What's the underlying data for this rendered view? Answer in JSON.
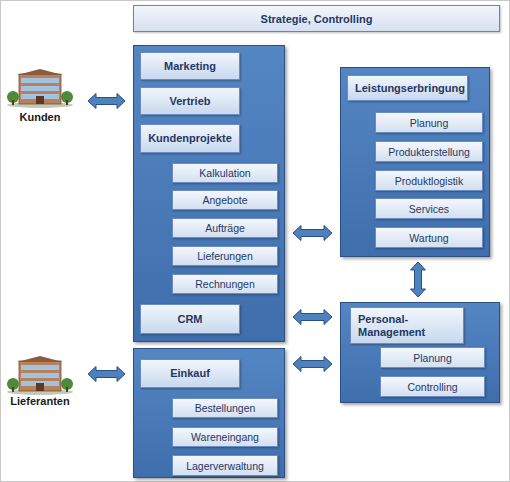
{
  "diagram": {
    "nodes": [
      {
        "text": [
          "Strategie, Controlling"
        ]
      },
      {
        "text": [
          "Kunden"
        ]
      },
      {
        "text": []
      },
      {
        "text": [
          "Marketing"
        ],
        "in": 2
      },
      {
        "text": [
          "Vertrieb"
        ],
        "in": 2
      },
      {
        "text": [
          "Kundenprojekte"
        ],
        "in": 2
      },
      {
        "text": [
          "Kalkulation"
        ],
        "in": 2
      },
      {
        "text": [
          "Angebote"
        ],
        "in": 2
      },
      {
        "text": [
          "Aufträge"
        ],
        "in": 2
      },
      {
        "text": [
          "Lieferungen"
        ],
        "in": 2
      },
      {
        "text": [
          "Rechnungen"
        ],
        "in": 2
      },
      {
        "text": [
          "CRM"
        ],
        "in": 2
      },
      {
        "text": []
      },
      {
        "text": [
          "Leistungserbringung"
        ],
        "in": 12
      },
      {
        "text": [
          "Planung"
        ],
        "in": 12
      },
      {
        "text": [
          "Produkterstellung"
        ],
        "in": 12
      },
      {
        "text": [
          "Produktlogistik"
        ],
        "in": 12
      },
      {
        "text": [
          "Services"
        ],
        "in": 12
      },
      {
        "text": [
          "Wartung"
        ],
        "in": 12
      },
      {
        "text": []
      },
      {
        "text": [
          "Personal- Management"
        ],
        "in": 19
      },
      {
        "text": [
          "Planung"
        ],
        "in": 19
      },
      {
        "text": [
          "Controlling"
        ],
        "in": 19
      },
      {
        "text": [
          "Lieferanten"
        ]
      },
      {
        "text": []
      },
      {
        "text": [
          "Einkauf"
        ],
        "in": 24
      },
      {
        "text": [
          "Bestellungen"
        ],
        "in": 24
      },
      {
        "text": [
          "Wareneingang"
        ],
        "in": 24
      },
      {
        "text": [
          "Lagerverwaltung"
        ],
        "in": 24
      }
    ],
    "edges": [
      {
        "from": 1,
        "to": 2,
        "arrow": "both"
      },
      {
        "from": 2,
        "to": 12,
        "arrow": "both"
      },
      {
        "from": 2,
        "to": 19,
        "arrow": "both"
      },
      {
        "from": 12,
        "to": 19,
        "arrow": "both"
      },
      {
        "from": 24,
        "to": 19,
        "arrow": "both"
      },
      {
        "from": 23,
        "to": 24,
        "arrow": "both"
      }
    ]
  }
}
